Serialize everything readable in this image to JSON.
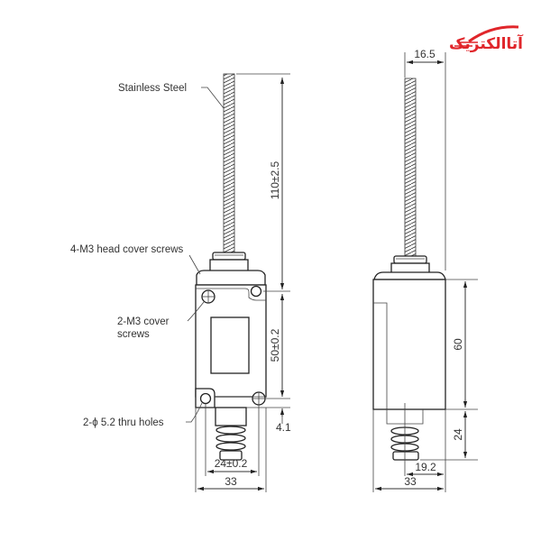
{
  "logo": {
    "text": "آتاالکتریک",
    "color": "#e0262b"
  },
  "annotations": {
    "stainless_steel": "Stainless Steel",
    "head_cover_screws": "4-M3 head cover screws",
    "cover_screws_line1": "2-M3 cover",
    "cover_screws_line2": "screws",
    "thru_holes": "2-ϕ 5.2 thru holes"
  },
  "dimensions": {
    "left_view": {
      "rod_length": "110±2.5",
      "hole_spacing": "50±0.2",
      "bottom_offset": "4.1",
      "hole_width": "24±0.2",
      "body_width": "33"
    },
    "right_view": {
      "rod_offset": "16.5",
      "body_height": "60",
      "plunger_height": "24",
      "plunger_offset": "19.2",
      "body_width": "33"
    }
  },
  "colors": {
    "line": "#333333",
    "accent": "#e0262b"
  }
}
